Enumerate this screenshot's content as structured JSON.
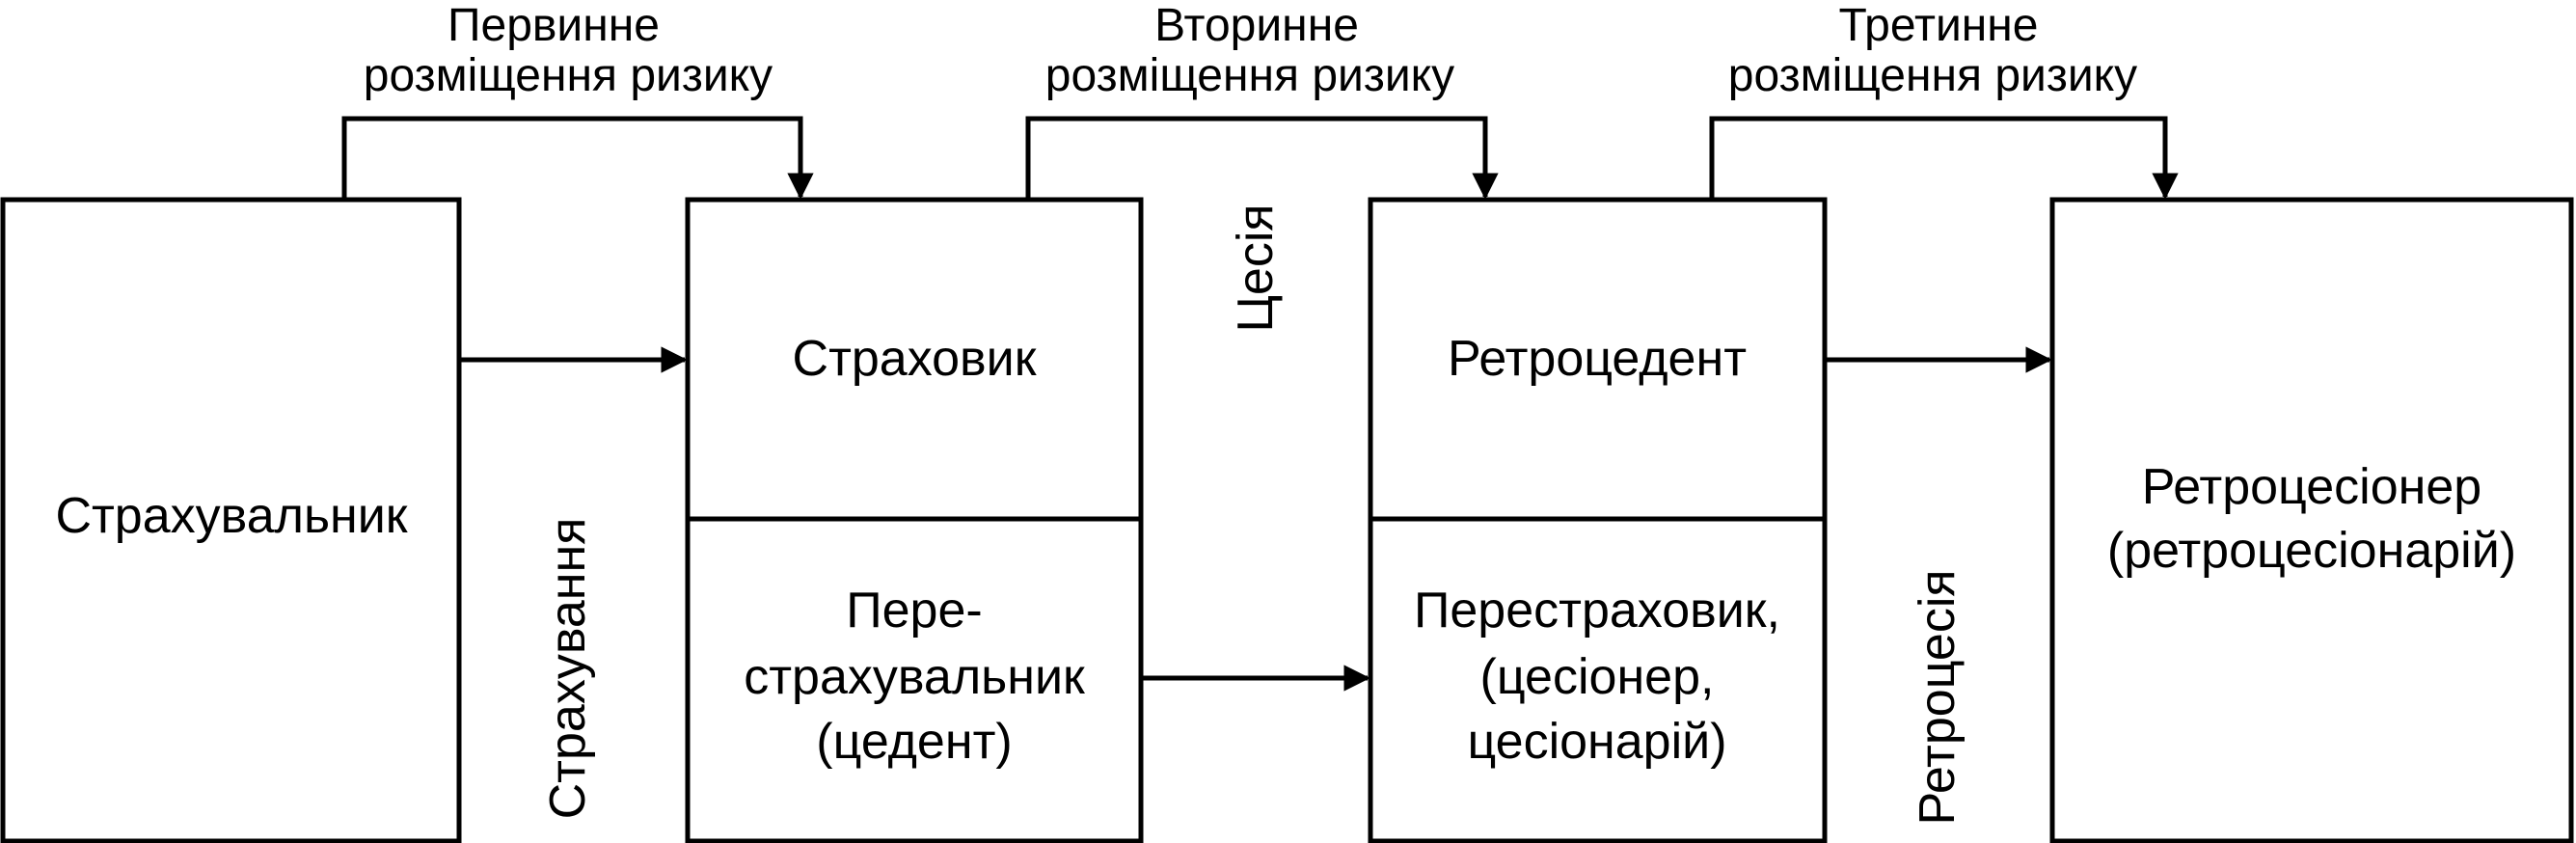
{
  "top_labels": {
    "primary": {
      "line1": "Первинне",
      "line2": "розміщення ризику"
    },
    "secondary": {
      "line1": "Вторинне",
      "line2": "розміщення ризику"
    },
    "tertiary": {
      "line1": "Третинне",
      "line2": "розміщення ризику"
    }
  },
  "boxes": {
    "insured": {
      "label": "Страхувальник"
    },
    "insurer": {
      "top": "Страховик",
      "bottom": {
        "line1": "Пере-",
        "line2": "страхувальник",
        "line3": "(цедент)"
      }
    },
    "retrocedent": {
      "top": "Ретроцедент",
      "bottom": {
        "line1": "Перестраховик,",
        "line2": "(цесіонер,",
        "line3": "цесіонарій)"
      }
    },
    "retrocessionaire": {
      "line1": "Ретроцесіонер",
      "line2": "(ретроцесіонарій)"
    }
  },
  "side_labels": {
    "insurance": "Страхування",
    "cession": "Цесія",
    "retrocession": "Ретроцесія"
  }
}
